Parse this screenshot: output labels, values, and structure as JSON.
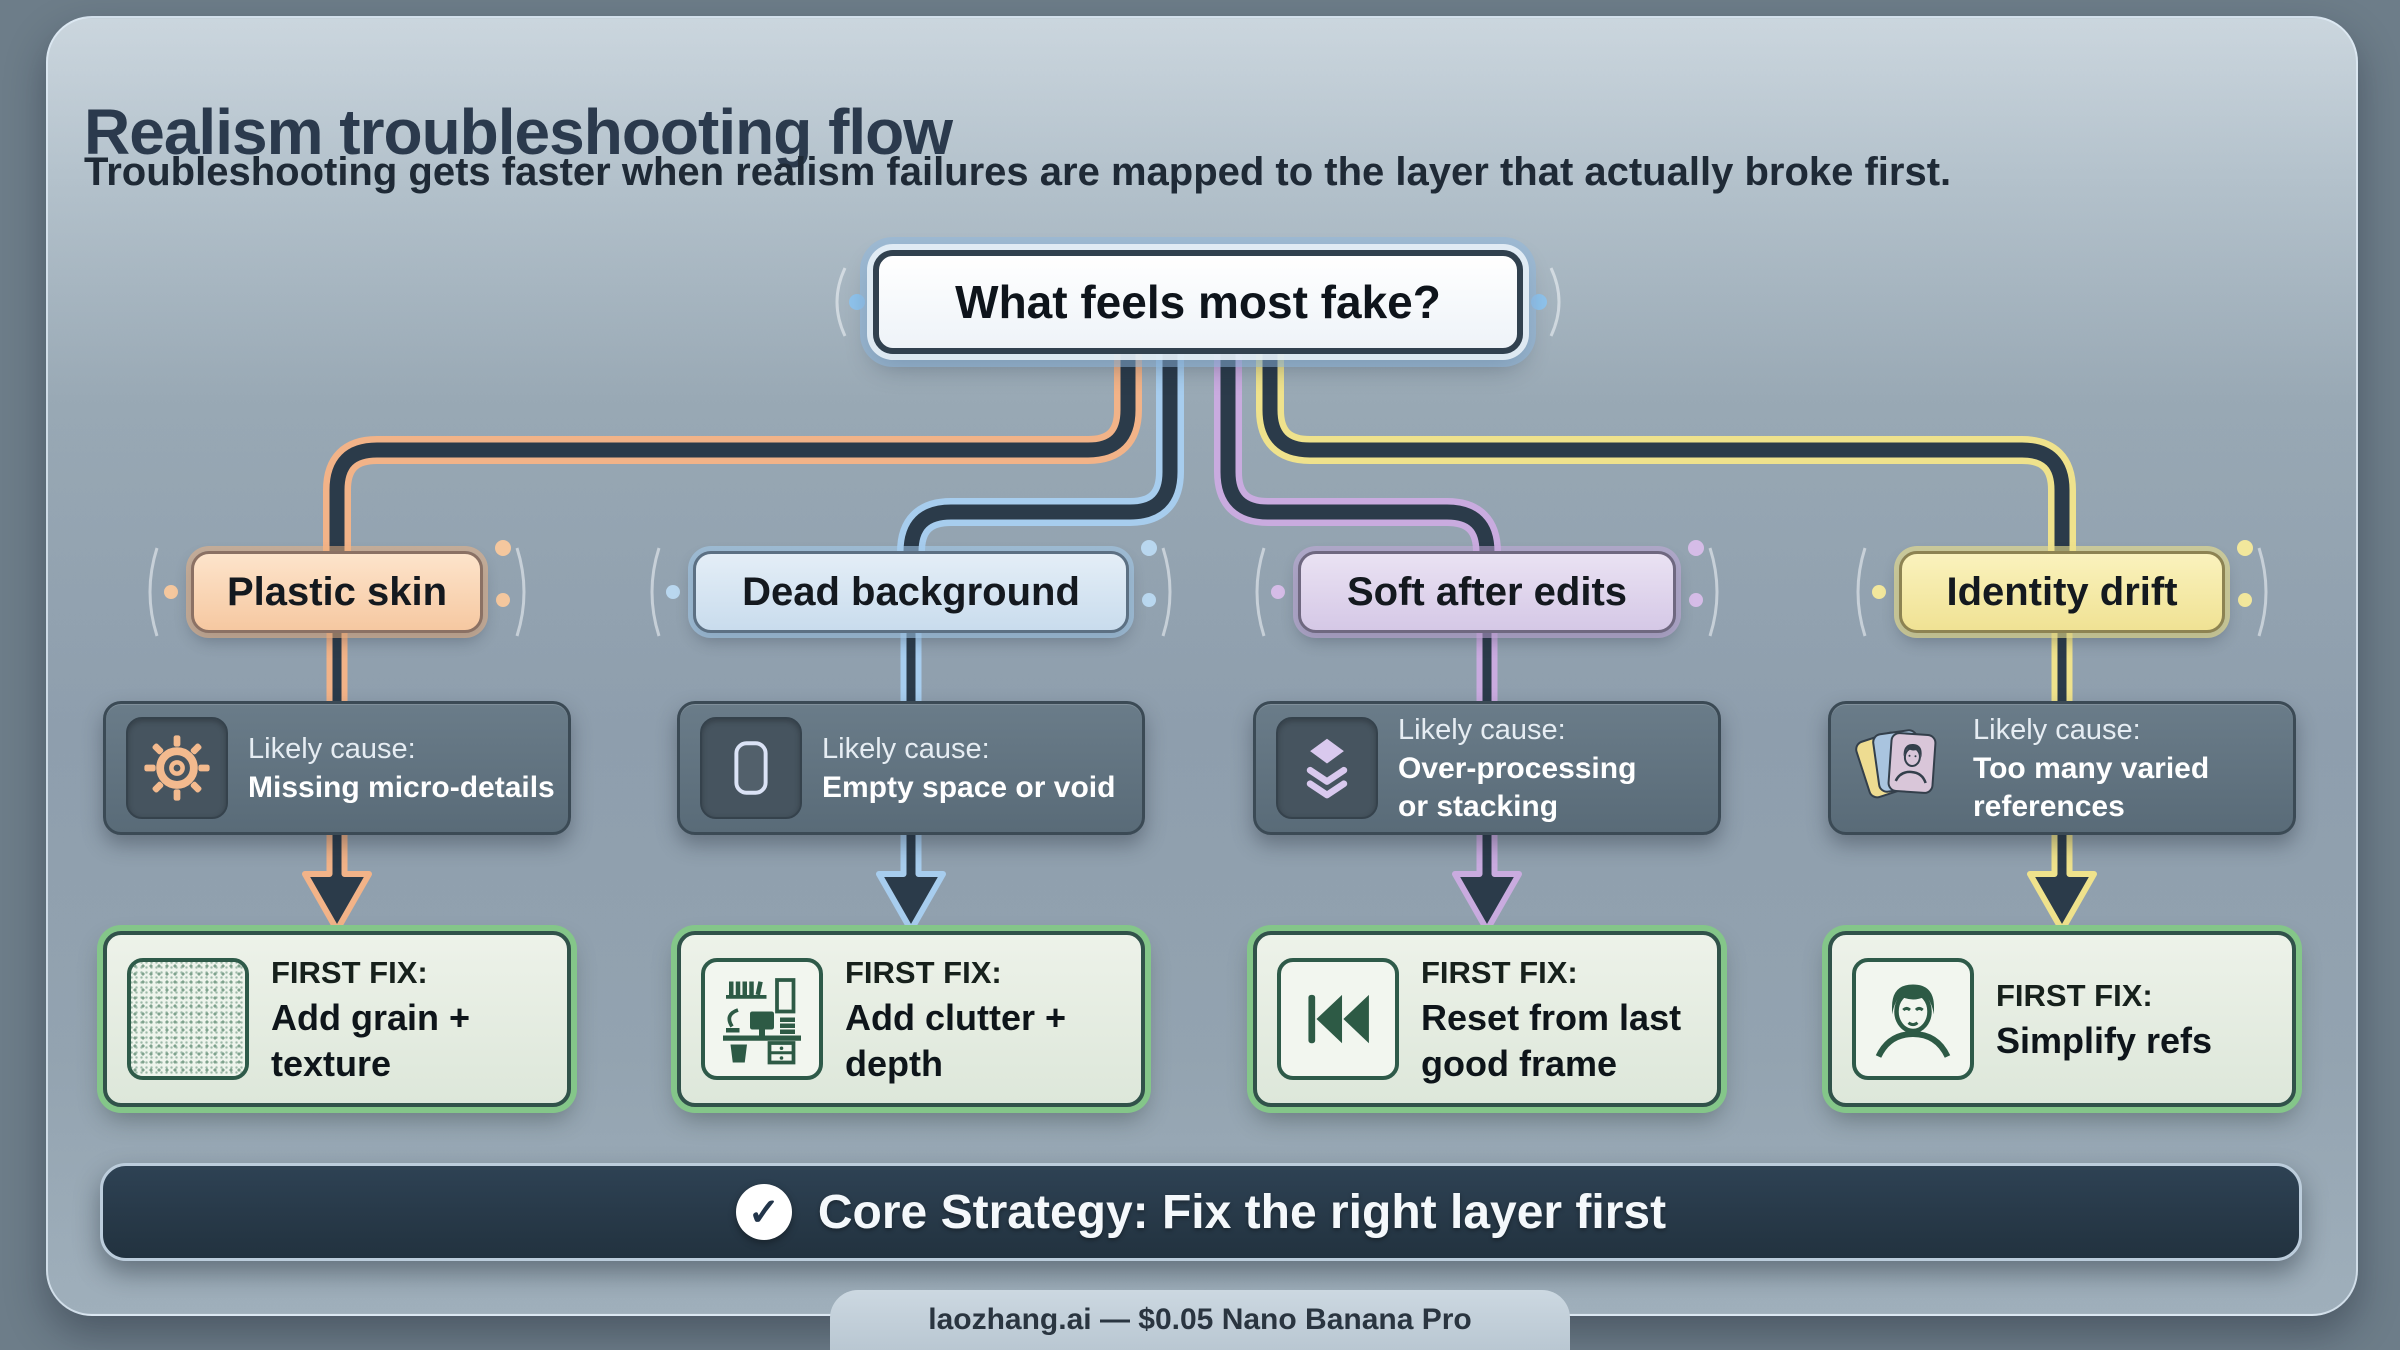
{
  "page": {
    "title": "Realism troubleshooting flow",
    "subtitle": "Troubleshooting gets faster when realism failures are mapped to the layer that actually broke first."
  },
  "root_node": {
    "label": "What feels most fake?"
  },
  "branches": [
    {
      "label": "Plastic skin",
      "accent": "#f2b388",
      "cause": {
        "prefix": "Likely cause:",
        "lines": [
          "Missing micro-details"
        ],
        "icon": "gear-icon"
      },
      "fix": {
        "prefix": "FIRST FIX:",
        "lines": [
          "Add grain +",
          "texture"
        ],
        "icon": "grain-texture-icon"
      }
    },
    {
      "label": "Dead background",
      "accent": "#a7cdee",
      "cause": {
        "prefix": "Likely cause:",
        "lines": [
          "Empty space or void"
        ],
        "icon": "empty-frame-icon"
      },
      "fix": {
        "prefix": "FIRST FIX:",
        "lines": [
          "Add clutter +",
          "depth"
        ],
        "icon": "desk-clutter-icon"
      }
    },
    {
      "label": "Soft after edits",
      "accent": "#c9abdf",
      "cause": {
        "prefix": "Likely cause:",
        "lines": [
          "Over-processing",
          "or stacking"
        ],
        "icon": "layers-icon"
      },
      "fix": {
        "prefix": "FIRST FIX:",
        "lines": [
          "Reset from last",
          "good frame"
        ],
        "icon": "rewind-icon"
      }
    },
    {
      "label": "Identity drift",
      "accent": "#efe28c",
      "cause": {
        "prefix": "Likely cause:",
        "lines": [
          "Too many varied",
          "references"
        ],
        "icon": "photo-stack-icon"
      },
      "fix": {
        "prefix": "FIRST FIX:",
        "lines": [
          "Simplify refs"
        ],
        "icon": "face-icon"
      }
    }
  ],
  "core_strategy": {
    "label": "Core Strategy: Fix the right layer first",
    "icon": "check-icon"
  },
  "footer": {
    "label": "laozhang.ai — $0.05 Nano Banana Pro"
  },
  "colors": {
    "line_dark": "#2b3b4a",
    "panel_top": "#cbd6de",
    "panel_mid": "#8e9ead",
    "node_glow": "#8eb7e0",
    "fix_border_green": "#84c689",
    "core_bar_bg": "#22323f"
  }
}
